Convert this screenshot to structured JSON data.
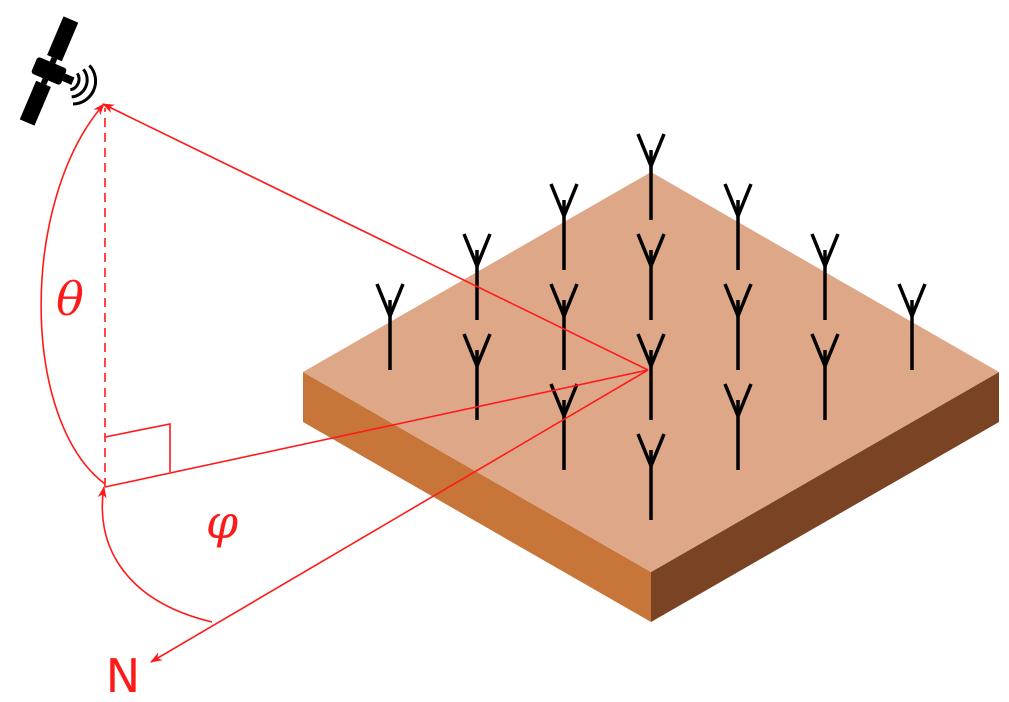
{
  "labels": {
    "elevation": "θ",
    "azimuth": "φ",
    "north": "N"
  },
  "colors": {
    "geometry": "#ff1a1a",
    "label": "#ff1a1a",
    "slab_top": "#dea888",
    "slab_front": "#c87539",
    "slab_right": "#7a4424",
    "antenna": "#000000",
    "satellite": "#000000"
  },
  "icons": {
    "satellite": "satellite-icon",
    "antenna": "antenna-icon"
  },
  "antenna_array": {
    "rows": 4,
    "columns": 4,
    "count": 16
  }
}
